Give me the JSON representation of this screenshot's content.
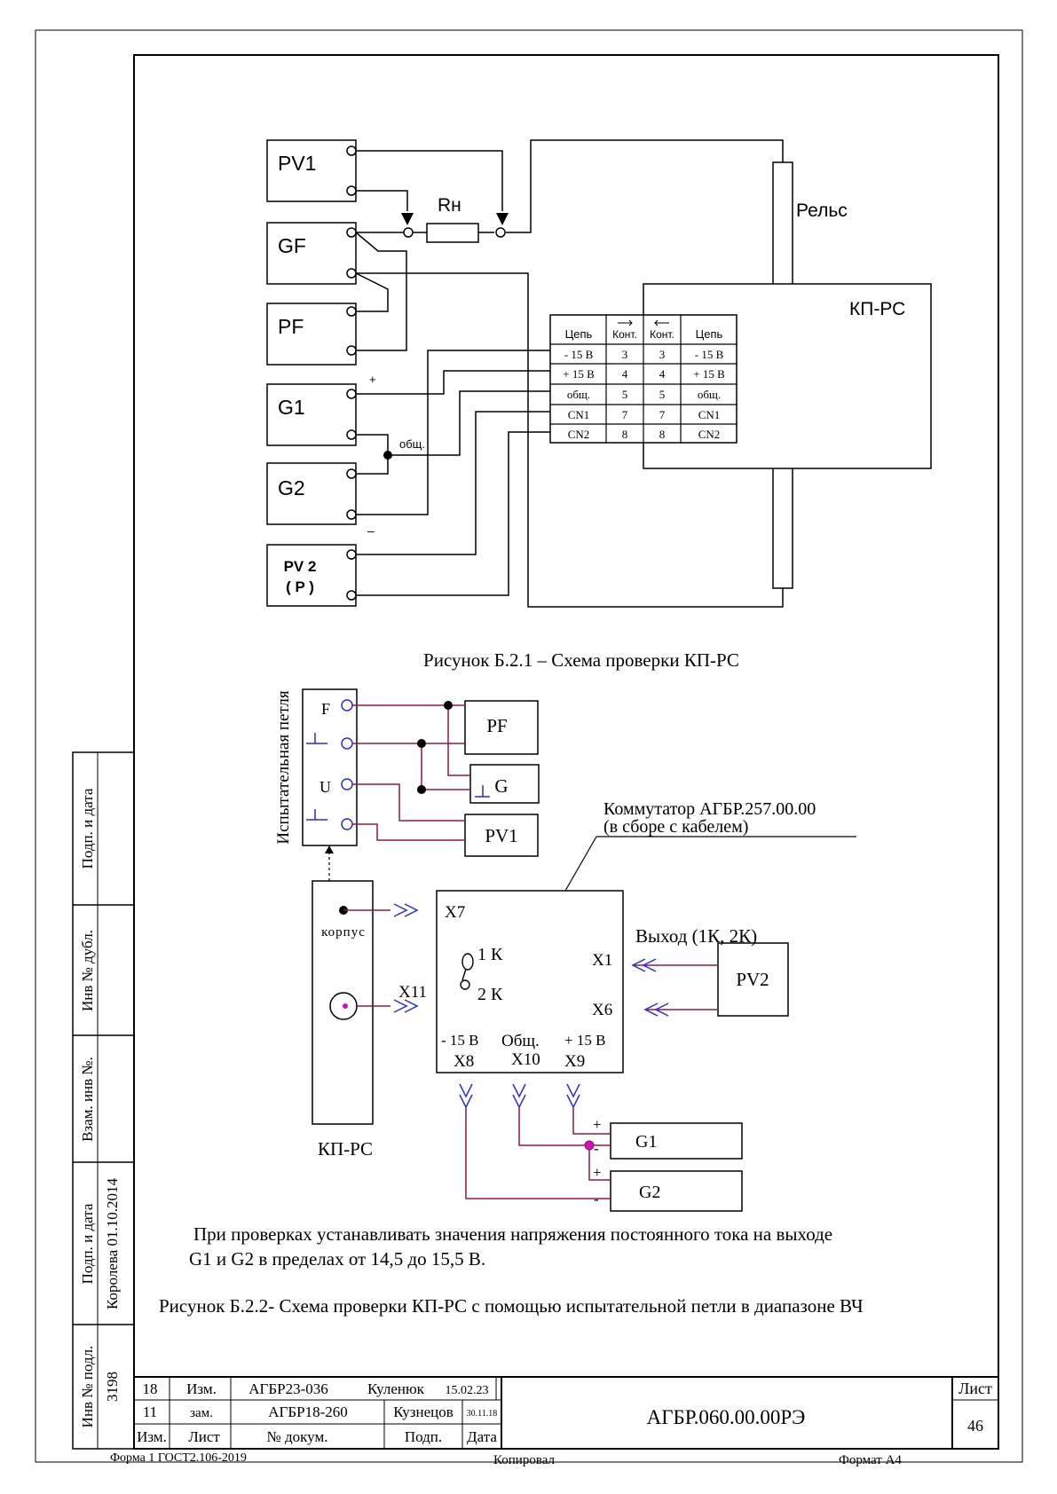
{
  "colors": {
    "ink": "#000000",
    "wire": "#8b1a4a",
    "connector": "#2b2bd9",
    "node": "#d010c0"
  },
  "fig1": {
    "devices": {
      "pv1": "PV1",
      "gf": "GF",
      "pf": "PF",
      "g1": "G1",
      "g2": "G2",
      "pv2_line1": "PV 2",
      "pv2_line2": "( P )"
    },
    "resistor": "Rн",
    "rail": "Рельс",
    "kprs": "КП-РС",
    "plus": "+",
    "minus": "–",
    "common": "общ.",
    "table": {
      "headers": [
        "Цепь",
        "Конт.",
        "Конт.",
        "Цепь"
      ],
      "rows": [
        [
          "- 15 В",
          "3",
          "3",
          "- 15 В"
        ],
        [
          "+ 15 В",
          "4",
          "4",
          "+ 15 В"
        ],
        [
          "общ.",
          "5",
          "5",
          "общ."
        ],
        [
          "CN1",
          "7",
          "7",
          "CN1"
        ],
        [
          "CN2",
          "8",
          "8",
          "CN2"
        ]
      ]
    },
    "caption": "Рисунок Б.2.1 – Схема проверки КП-РС"
  },
  "fig2": {
    "loop_title": "Испытательная петля",
    "loop_terminals": {
      "f": "F",
      "u": "U"
    },
    "devices": {
      "pf": "PF",
      "g": "G",
      "pv1": "PV1",
      "pv2": "PV2",
      "g1": "G1",
      "g2": "G2"
    },
    "commutator_label_1": "Коммутатор АГБР.257.00.00",
    "commutator_label_2": "(в сборе с кабелем)",
    "connectors": {
      "x7": "X7",
      "x11": "X11",
      "x1": "X1",
      "x6": "X6",
      "x8": "X8",
      "x10": "X10",
      "x9": "X9"
    },
    "supply": {
      "minus15": "- 15 В",
      "common": "Общ.",
      "plus15": "+ 15 В"
    },
    "switch_1k": "1 К",
    "switch_2k": "2 К",
    "output": "Выход (1К, 2К)",
    "housing": "корпус",
    "kprs": "КП-РС",
    "plus": "+",
    "minus": "-",
    "note_line1": "При проверках устанавливать значения напряжения постоянного тока на выходе",
    "note_line2": "G1 и G2 в пределах от 14,5 до 15,5 В.",
    "caption": "Рисунок Б.2.2- Схема проверки КП-РС с помощью испытательной петли в диапазоне ВЧ"
  },
  "side_stamp": {
    "labels": [
      "Подп. и дата",
      "Инв № дубл.",
      "Взам. инв №.",
      "Подп. и дата",
      "Инв № подл."
    ],
    "values": [
      "Королева 01.10.2014",
      "3198"
    ]
  },
  "title_block": {
    "row1": [
      "18",
      "Изм.",
      "АГБР23-036",
      "Куленюк",
      "15.02.23"
    ],
    "row2": [
      "11",
      "зам.",
      "АГБР18-260",
      "Кузнецов",
      "30.11.18"
    ],
    "row3": [
      "Изм.",
      "Лист",
      "№ докум.",
      "Подп.",
      "Дата"
    ],
    "designation": "АГБР.060.00.00РЭ",
    "sheet_label": "Лист",
    "sheet_number": "46"
  },
  "footer": {
    "form": "Форма 1 ГОСТ2.106-2019",
    "copied": "Копировал",
    "format": "Формат А4"
  }
}
